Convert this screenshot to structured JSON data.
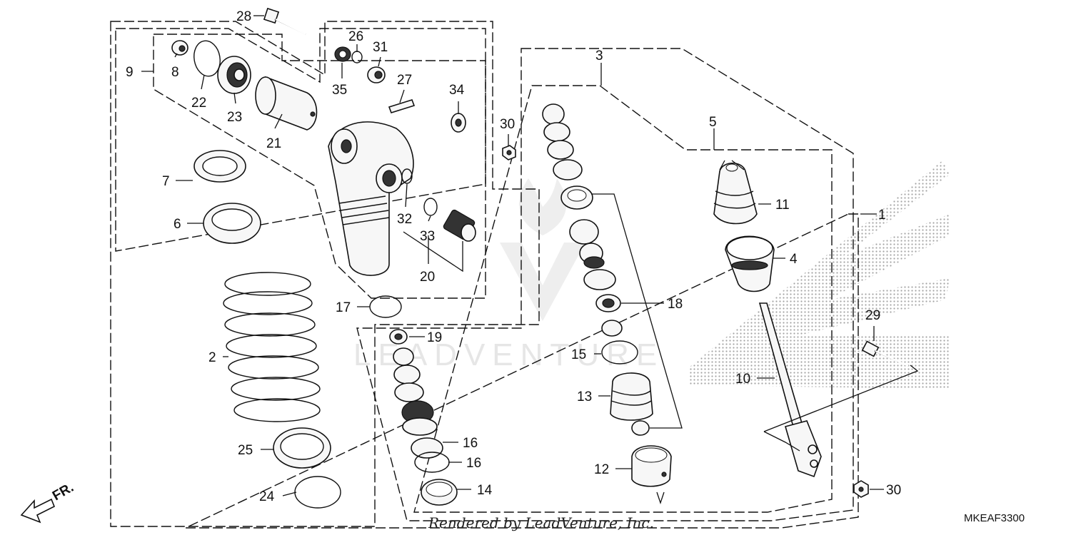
{
  "diagram": {
    "watermark": "LEADVENTURE",
    "credit": "Rendered by LeadVenture, Inc.",
    "diagram_code": "MKEAF3300",
    "direction_label": "FR.",
    "callouts": {
      "c1": "1",
      "c2": "2",
      "c3": "3",
      "c4": "4",
      "c5": "5",
      "c6": "6",
      "c7": "7",
      "c8": "8",
      "c9": "9",
      "c10": "10",
      "c11": "11",
      "c12": "12",
      "c13": "13",
      "c14": "14",
      "c15": "15",
      "c16a": "16",
      "c16b": "16",
      "c17": "17",
      "c18": "18",
      "c19": "19",
      "c20": "20",
      "c21": "21",
      "c22": "22",
      "c23": "23",
      "c24": "24",
      "c25": "25",
      "c26": "26",
      "c27": "27",
      "c28": "28",
      "c29": "29",
      "c30a": "30",
      "c30b": "30",
      "c31": "31",
      "c32": "32",
      "c33": "33",
      "c34": "34",
      "c35": "35"
    }
  },
  "icons": [
    "front-direction-arrow-icon",
    "honda-wing-logo-icon"
  ],
  "colors": {
    "line": "#111111",
    "watermark": "#e6e6e6",
    "logo_dots": "#9a9a9a"
  }
}
